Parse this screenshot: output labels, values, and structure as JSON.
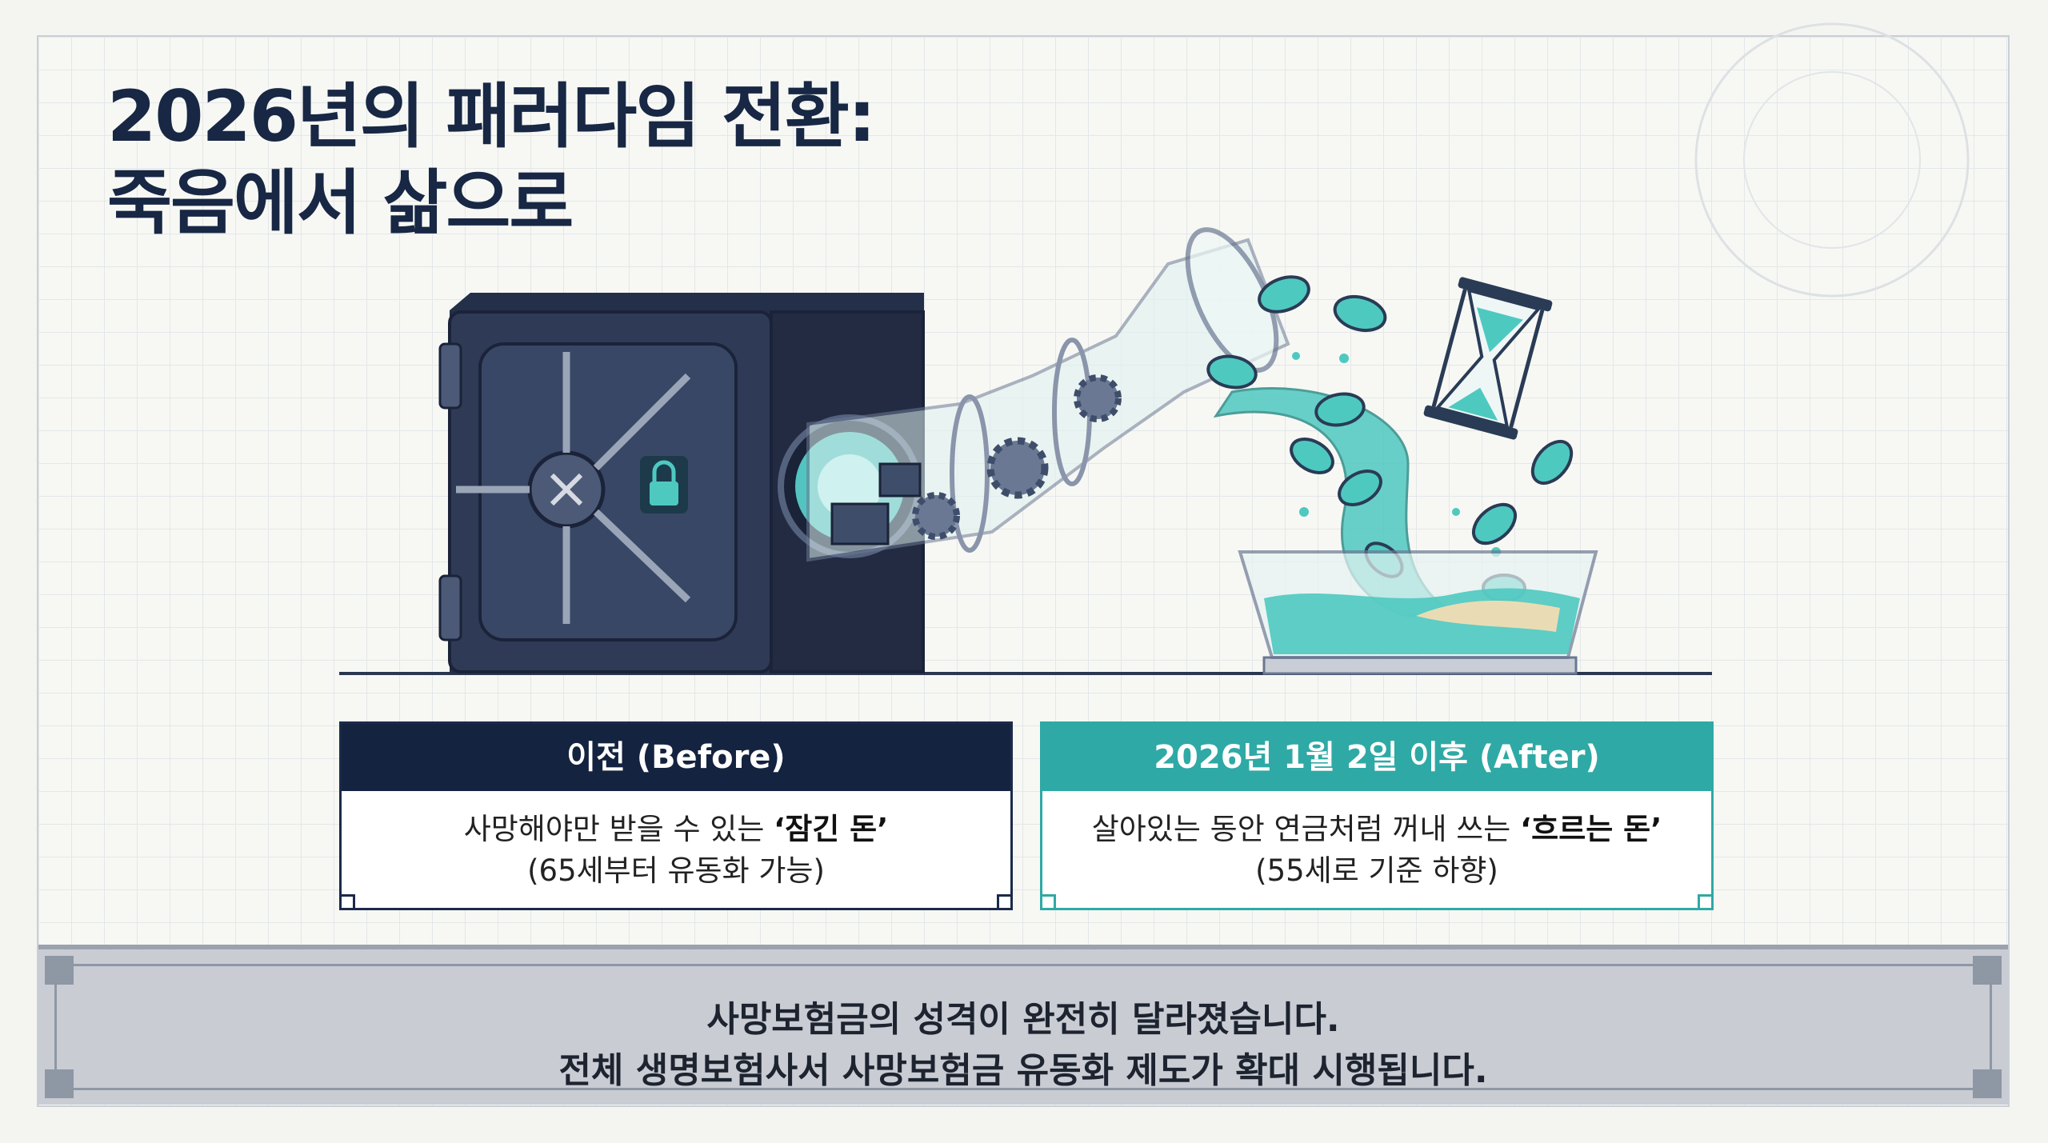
{
  "title": {
    "line1": "2026년의 패러다임 전환:",
    "line2": "죽음에서 삶으로"
  },
  "before_card": {
    "header": "이전 (Before)",
    "body_line1_prefix": "사망해야만 받을 수 있는 ",
    "body_line1_emphasis": "‘잠긴 돈’",
    "body_line2": "(65세부터 유동화 가능)"
  },
  "after_card": {
    "header": "2026년 1월 2일 이후 (After)",
    "body_line1_prefix": "살아있는 동안 연금처럼 꺼내 쓰는 ",
    "body_line1_emphasis": "‘흐르는 돈’",
    "body_line2": "(55세로 기준 하향)"
  },
  "banner": {
    "line1": "사망보험금의 성격이 완전히 달라졌습니다.",
    "line2": "전체 생명보험사서 사망보험금 유동화 제도가 확대 시행됩니다."
  },
  "colors": {
    "navy": "#14233f",
    "teal": "#2fa9a5",
    "vault": "#2b3650",
    "liquid": "#4ec9c0"
  },
  "icons": {
    "vault": "safe-vault-icon",
    "lock": "lock-icon",
    "pipe": "transparent-pipe-icon",
    "gears": "gear-icon",
    "coins": "coin-icon",
    "hourglass": "hourglass-icon",
    "basin": "glass-basin-icon"
  }
}
